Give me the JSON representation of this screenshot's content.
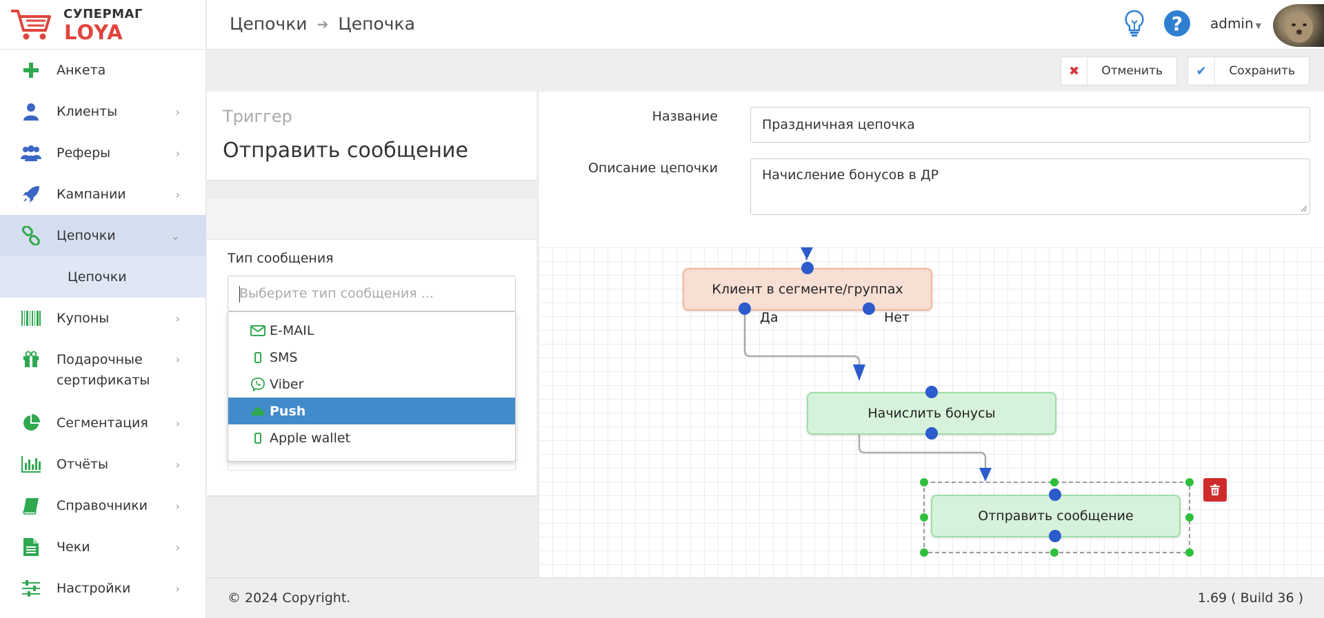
{
  "app": {
    "brand_top": "СУПЕРМАГ",
    "brand_bottom": "LOYA"
  },
  "sidebar": {
    "items": [
      {
        "label": "Анкета",
        "icon": "plus-icon"
      },
      {
        "label": "Клиенты",
        "icon": "user-icon"
      },
      {
        "label": "Реферы",
        "icon": "users-icon"
      },
      {
        "label": "Кампании",
        "icon": "rocket-icon"
      },
      {
        "label": "Цепочки",
        "icon": "link-icon",
        "active": true
      },
      {
        "label": "Цепочки",
        "sub": true
      },
      {
        "label": "Купоны",
        "icon": "barcode-icon"
      },
      {
        "label": "Подарочные сертификаты",
        "line1": "Подарочные",
        "line2": "сертификаты",
        "icon": "gift-icon"
      },
      {
        "label": "Сегментация",
        "icon": "pie-chart-icon"
      },
      {
        "label": "Отчёты",
        "icon": "bar-chart-icon"
      },
      {
        "label": "Справочники",
        "icon": "book-icon"
      },
      {
        "label": "Чеки",
        "icon": "receipt-icon"
      },
      {
        "label": "Настройки",
        "icon": "sliders-icon"
      }
    ]
  },
  "header": {
    "breadcrumb": [
      "Цепочки",
      "Цепочка"
    ],
    "user": "admin"
  },
  "toolbar": {
    "cancel_label": "Отменить",
    "save_label": "Сохранить"
  },
  "trigger": {
    "title": "Триггер",
    "subtitle": "Отправить сообщение",
    "message_type_label": "Тип сообщения",
    "message_type_placeholder": "Выберите тип сообщения ...",
    "options": [
      {
        "label": "E-MAIL",
        "icon": "envelope-icon"
      },
      {
        "label": "SMS",
        "icon": "mobile-icon"
      },
      {
        "label": "Viber",
        "icon": "viber-icon"
      },
      {
        "label": "Push",
        "icon": "cloud-icon",
        "highlighted": true
      },
      {
        "label": "Apple wallet",
        "icon": "mobile-icon"
      }
    ]
  },
  "form": {
    "name_label": "Название",
    "name_value": "Праздничная цепочка",
    "desc_label": "Описание цепочки",
    "desc_value": "Начисление бонусов в ДР"
  },
  "flow": {
    "nodes": [
      {
        "label": "Клиент в сегменте/группах",
        "kind": "condition"
      },
      {
        "label": "Начислить бонусы",
        "kind": "action"
      },
      {
        "label": "Отправить сообщение",
        "kind": "action",
        "selected": true
      }
    ],
    "yes_label": "Да",
    "no_label": "Нет"
  },
  "colors": {
    "brand_red": "#e0453c",
    "accent_green": "#2fa84f",
    "port_blue": "#2c5bcc",
    "highlight_blue": "#428bca",
    "delete_red": "#cf2b2b"
  },
  "footer": {
    "copyright": "© 2024 Copyright.",
    "version": "1.69 ( Build 36 )"
  }
}
